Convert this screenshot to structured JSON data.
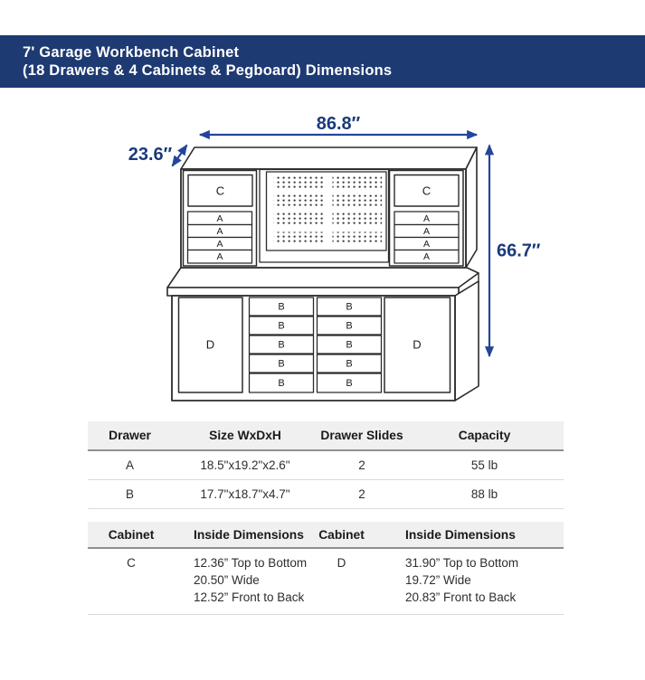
{
  "banner": {
    "line1": "7' Garage Workbench Cabinet",
    "line2": "(18 Drawers & 4 Cabinets & Pegboard) Dimensions",
    "bg_color": "#1e3a72",
    "text_color": "#ffffff"
  },
  "diagram": {
    "width_label": "86.8″",
    "depth_label": "23.6″",
    "height_label": "66.7″",
    "hutch_cabinet_label": "C",
    "hutch_drawer_label": "A",
    "base_drawer_label": "B",
    "base_cabinet_label": "D",
    "label_color": "#1b3a7c",
    "arrow_color": "#24459a",
    "line_color": "#2b2b2b"
  },
  "drawer_table": {
    "headers": [
      "Drawer",
      "Size WxDxH",
      "Drawer Slides",
      "Capacity"
    ],
    "rows": [
      {
        "drawer": "A",
        "size": "18.5\"x19.2\"x2.6\"",
        "slides": "2",
        "capacity": "55 lb"
      },
      {
        "drawer": "B",
        "size": "17.7\"x18.7\"x4.7\"",
        "slides": "2",
        "capacity": "88 lb"
      }
    ]
  },
  "cabinet_table": {
    "headers": [
      "Cabinet",
      "Inside Dimensions",
      "Cabinet",
      "Inside Dimensions"
    ],
    "rows": [
      {
        "cabinet_1": "C",
        "dims_1": [
          "12.36” Top to Bottom",
          "20.50” Wide",
          "12.52” Front to Back"
        ],
        "cabinet_2": "D",
        "dims_2": [
          "31.90” Top to Bottom",
          "19.72” Wide",
          "20.83” Front to Back"
        ]
      }
    ]
  }
}
